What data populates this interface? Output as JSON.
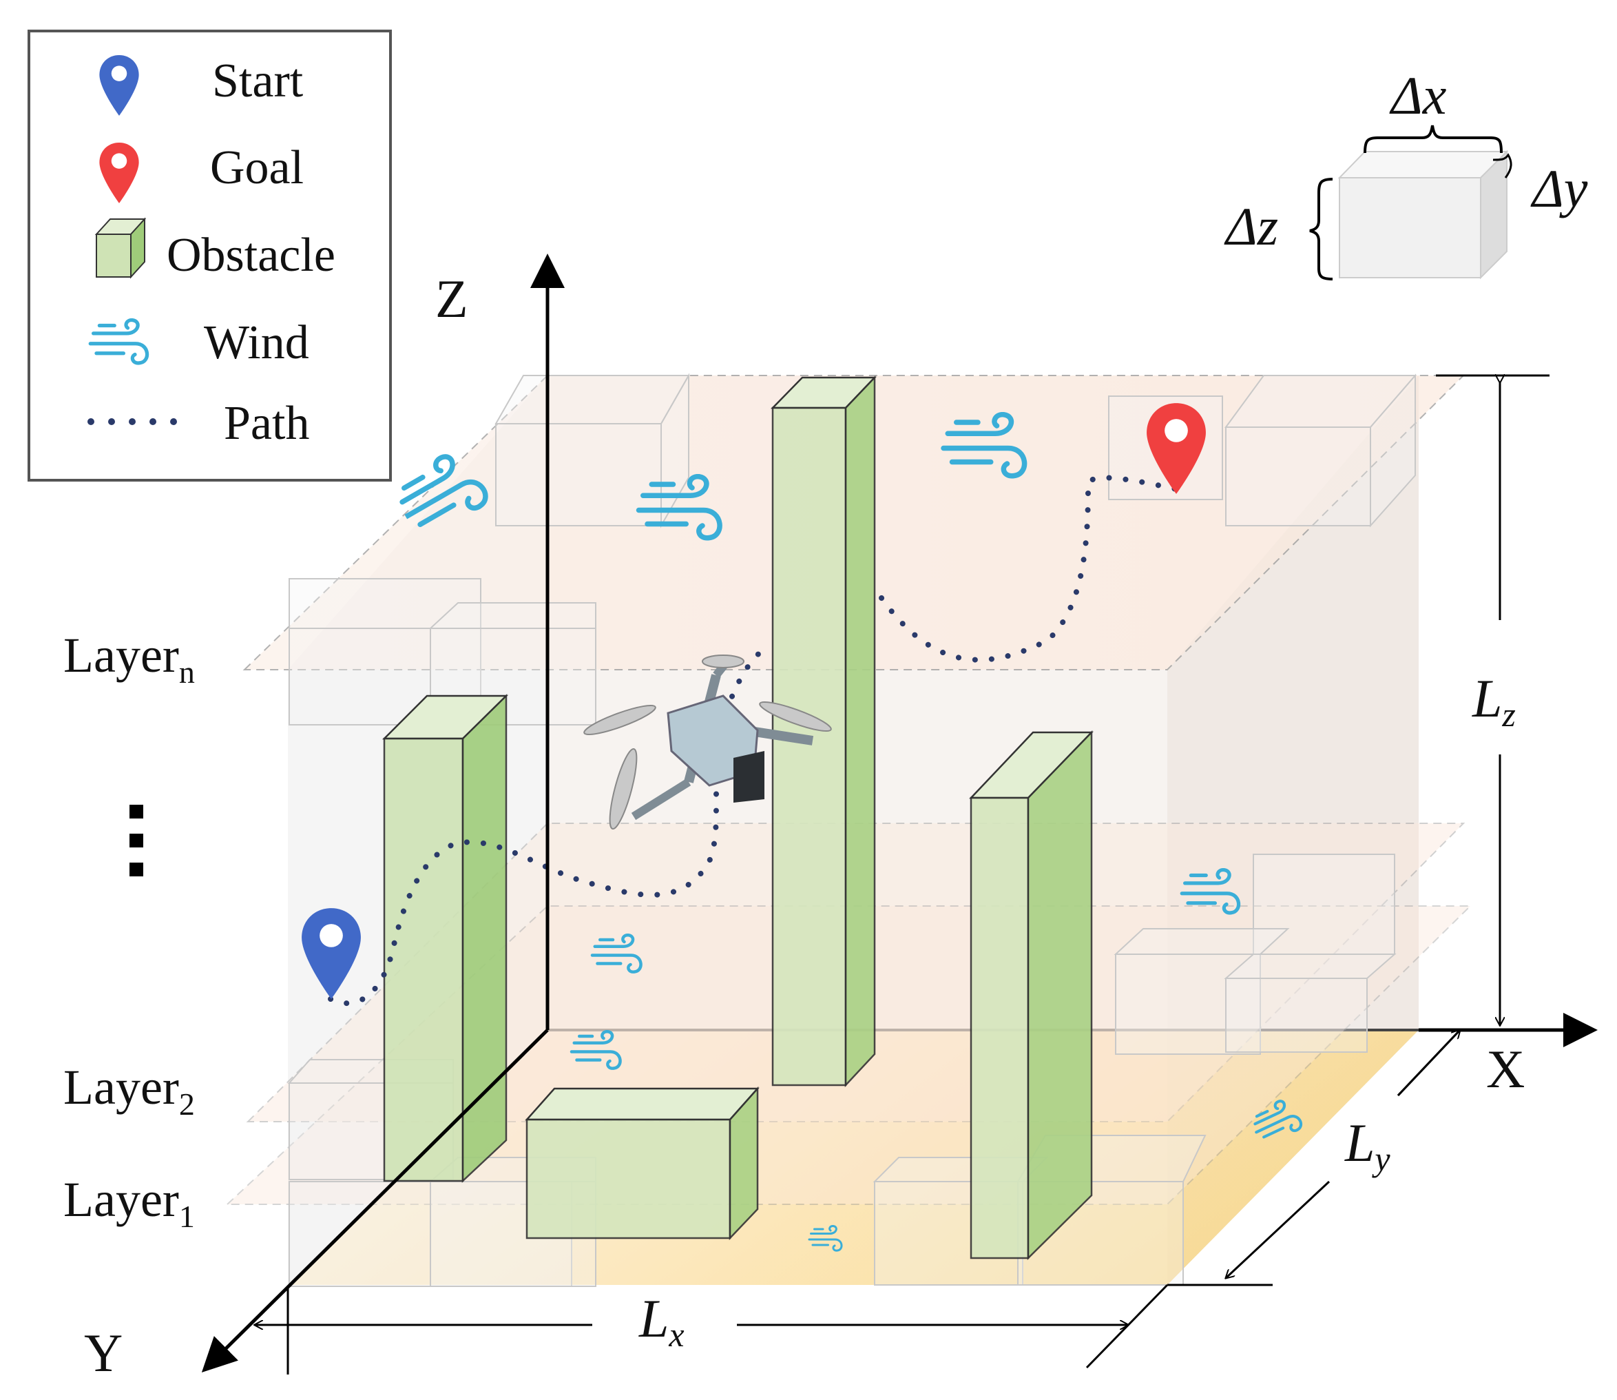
{
  "legend": {
    "items": [
      {
        "label": "Start",
        "icon": "blue-location-pin-icon"
      },
      {
        "label": "Goal",
        "icon": "red-location-pin-icon"
      },
      {
        "label": "Obstacle",
        "icon": "green-box-icon"
      },
      {
        "label": "Wind",
        "icon": "wind-icon"
      },
      {
        "label": "Path",
        "icon": "dotted-path-icon"
      }
    ]
  },
  "axes": {
    "x": "X",
    "y": "Y",
    "z": "Z"
  },
  "layers": [
    {
      "base": "Layer",
      "sub": "n"
    },
    {
      "base": "Layer",
      "sub": "2"
    },
    {
      "base": "Layer",
      "sub": "1"
    }
  ],
  "ellipsis": "⋮",
  "dimensions": {
    "lx": {
      "base": "L",
      "sub": "x"
    },
    "ly": {
      "base": "L",
      "sub": "y"
    },
    "lz": {
      "base": "L",
      "sub": "z"
    }
  },
  "cell": {
    "dx": "Δx",
    "dy": "Δy",
    "dz": "Δz"
  },
  "colors": {
    "start_pin": "#4169c8",
    "goal_pin": "#f04040",
    "obstacle_front": "#cfe3b5",
    "obstacle_side": "#9fcc7a",
    "wind": "#3aaed8",
    "path": "#2a3a6a",
    "layer_fill": "#fbe8dc",
    "floor_fill": "#fbe3a0"
  }
}
